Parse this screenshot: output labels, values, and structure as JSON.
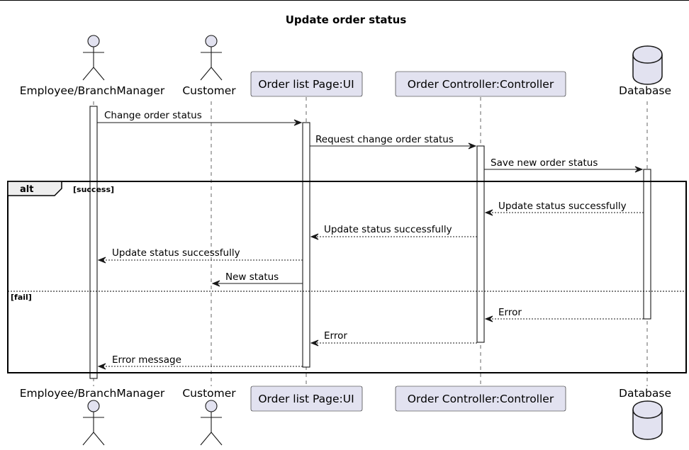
{
  "diagram": {
    "title": "Update order status"
  },
  "participants": [
    {
      "id": "emp",
      "label": "Employee/BranchManager",
      "kind": "actor"
    },
    {
      "id": "cust",
      "label": "Customer",
      "kind": "actor"
    },
    {
      "id": "ui",
      "label": "Order list Page:UI",
      "kind": "participant"
    },
    {
      "id": "ctrl",
      "label": "Order Controller:Controller",
      "kind": "participant"
    },
    {
      "id": "db",
      "label": "Database",
      "kind": "database"
    }
  ],
  "messages": [
    {
      "from": "emp",
      "to": "ui",
      "label": "Change order status",
      "style": "solid"
    },
    {
      "from": "ui",
      "to": "ctrl",
      "label": "Request change order status",
      "style": "solid"
    },
    {
      "from": "ctrl",
      "to": "db",
      "label": "Save new order status",
      "style": "solid"
    },
    {
      "from": "db",
      "to": "ctrl",
      "label": "Update status successfully",
      "style": "dashed"
    },
    {
      "from": "ctrl",
      "to": "ui",
      "label": "Update status successfully",
      "style": "dashed"
    },
    {
      "from": "ui",
      "to": "emp",
      "label": "Update status successfully",
      "style": "dashed"
    },
    {
      "from": "ui",
      "to": "cust",
      "label": "New status",
      "style": "solid"
    },
    {
      "from": "db",
      "to": "ctrl",
      "label": "Error",
      "style": "dashed"
    },
    {
      "from": "ctrl",
      "to": "ui",
      "label": "Error",
      "style": "dashed"
    },
    {
      "from": "ui",
      "to": "emp",
      "label": "Error message",
      "style": "dashed"
    }
  ],
  "fragment": {
    "keyword": "alt",
    "guard_success": "[success]",
    "guard_fail": "[fail]"
  }
}
